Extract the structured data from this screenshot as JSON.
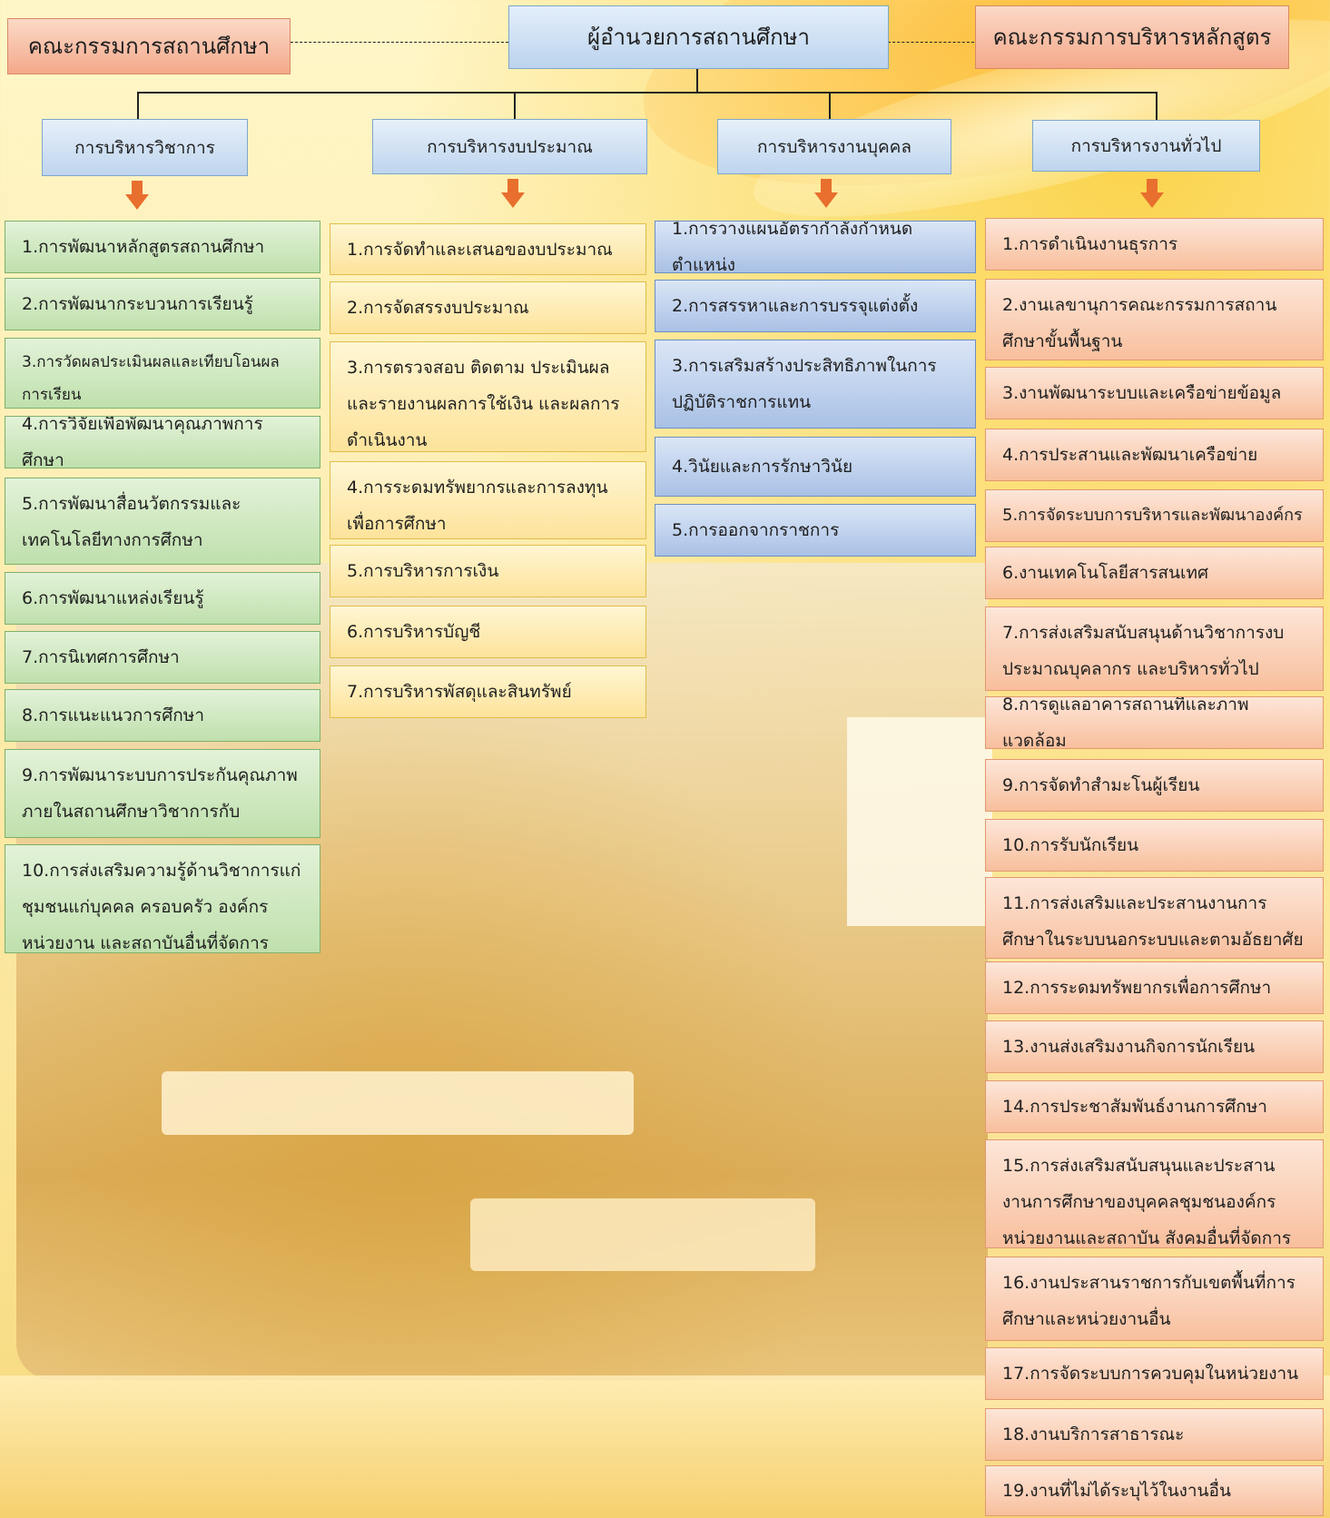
{
  "director": "ผู้อำนวยการสถานศึกษา",
  "school_board": "คณะกรรมการสถานศึกษา",
  "curriculum_board": "คณะกรรมการบริหารหลักสูตร",
  "departments": [
    {
      "title": "การบริหารวิชาการ",
      "items": [
        "1.การพัฒนาหลักสูตรสถานศึกษา",
        "2.การพัฒนากระบวนการเรียนรู้",
        "3.การวัดผลประเมินผลและเทียบโอนผลการเรียน",
        "4.การวิจัยเพื่อพัฒนาคุณภาพการศึกษา",
        "5.การพัฒนาสื่อนวัตกรรมและเทคโนโลยีทางการศึกษา",
        "6.การพัฒนาแหล่งเรียนรู้",
        "7.การนิเทศการศึกษา",
        "8.การแนะแนวการศึกษา",
        "9.การพัฒนาระบบการประกันคุณภาพภายในสถานศึกษาวิชาการกับ",
        "10.การส่งเสริมความรู้ด้านวิชาการแก่ชุมชนแก่บุคคล ครอบครัว องค์กร หน่วยงาน และสถาบันอื่นที่จัดการศึกษา"
      ]
    },
    {
      "title": "การบริหารงบประมาณ",
      "items": [
        "1.การจัดทำและเสนอของบประมาณ",
        "2.การจัดสรรงบประมาณ",
        "3.การตรวจสอบ ติดตาม ประเมินผลและรายงานผลการใช้เงิน และผลการดำเนินงาน",
        "4.การระดมทรัพยากรและการลงทุนเพื่อการศึกษา",
        "5.การบริหารการเงิน",
        "6.การบริหารบัญชี",
        "7.การบริหารพัสดุและสินทรัพย์"
      ]
    },
    {
      "title": "การบริหารงานบุคคล",
      "items": [
        "1.การวางแผนอัตรากำลังกำหนดตำแหน่ง",
        "2.การสรรหาและการบรรจุแต่งตั้ง",
        "3.การเสริมสร้างประสิทธิภาพในการปฏิบัติราชการแทน",
        "4.วินัยและการรักษาวินัย",
        "5.การออกจากราชการ"
      ]
    },
    {
      "title": "การบริหารงานทั่วไป",
      "items": [
        "1.การดำเนินงานธุรการ",
        "2.งานเลขานุการคณะกรรมการสถานศึกษาขั้นพื้นฐาน",
        "3.งานพัฒนาระบบและเครือข่ายข้อมูล",
        "4.การประสานและพัฒนาเครือข่าย",
        "5.การจัดระบบการบริหารและพัฒนาองค์กร",
        "6.งานเทคโนโลยีสารสนเทศ",
        "7.การส่งเสริมสนับสนุนด้านวิชาการงบประมาณบุคลากร และบริหารทั่วไป",
        "8.การดูแลอาคารสถานที่และภาพแวดล้อม",
        "9.การจัดทำสำมะโนผู้เรียน",
        "10.การรับนักเรียน",
        "11.การส่งเสริมและประสานงานการศึกษาในระบบนอกระบบและตามอัธยาศัย",
        "12.การระดมทรัพยากรเพื่อการศึกษา",
        "13.งานส่งเสริมงานกิจการนักเรียน",
        "14.การประชาสัมพันธ์งานการศึกษา",
        "15.การส่งเสริมสนับสนุนและประสานงานการศึกษาของบุคคลชุมชนองค์กรหน่วยงานและสถาบัน สังคมอื่นที่จัดการศึกษา",
        "16.งานประสานราชการกับเขตพื้นที่การศึกษาและหน่วยงานอื่น",
        "17.การจัดระบบการควบคุมในหน่วยงาน",
        "18.งานบริการสาธารณะ",
        "19.งานที่ไม่ได้ระบุไว้ในงานอื่น"
      ]
    }
  ],
  "colors": {
    "academic": "#bfe0ad",
    "budget": "#fde39b",
    "personnel": "#a9c1e6",
    "general": "#f8bf9d",
    "arrow": "#e86f2e"
  },
  "icons": [
    "down-arrow-icon"
  ]
}
